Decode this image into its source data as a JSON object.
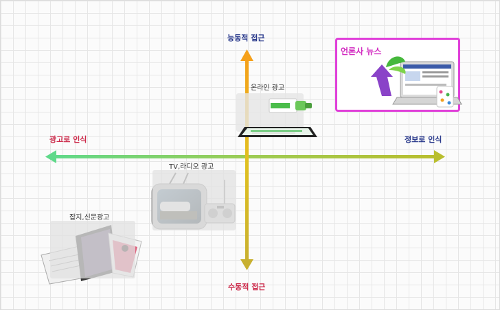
{
  "axes": {
    "top_label": "능동적 접근",
    "bottom_label": "수동적 접근",
    "left_label": "광고로 인식",
    "right_label": "정보로 인식"
  },
  "media": {
    "magazine": "잡지,신문광고",
    "tv_radio": "TV,라디오 광고",
    "online": "온라인 광고",
    "news": "언론사 뉴스"
  },
  "colors": {
    "arrow_green": "#5fd98a",
    "arrow_olive": "#b9be2e",
    "arrow_orange": "#f5a01a",
    "arrow_gold": "#c8b030",
    "highlight_border": "#e03fd9",
    "axis_label_blue": "#2a3a8c",
    "axis_label_red": "#cc2a4a"
  }
}
